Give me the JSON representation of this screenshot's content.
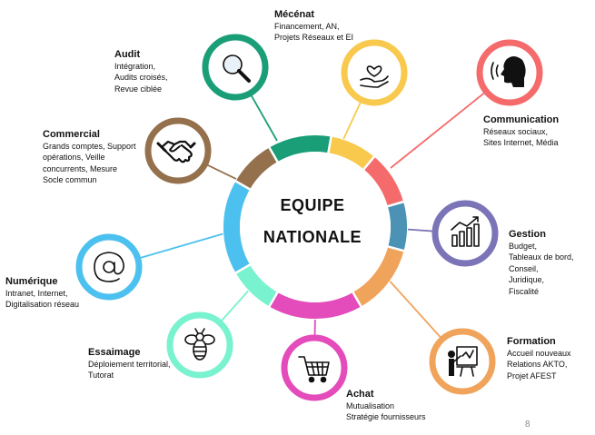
{
  "center": {
    "line1": "EQUIPE",
    "line2": "NATIONALE"
  },
  "page_number": "8",
  "colors": {
    "green": "#1a9e78",
    "yellow": "#f8c94d",
    "red": "#f56b6b",
    "teal": "#4b92b5",
    "orange": "#f0a45b",
    "pink": "#e44bbb",
    "mint": "#79f2cf",
    "sky": "#4cc0ee",
    "brown": "#95704d",
    "purple": "#7b74b7"
  },
  "nodes": [
    {
      "key": "mecenat",
      "title": "Mécénat",
      "lines": [
        "Financement, AN,",
        "Projets Réseaux et EI"
      ],
      "icon": "hand-heart-icon"
    },
    {
      "key": "communication",
      "title": "Communication",
      "lines": [
        "Réseaux sociaux,",
        "Sites Internet, Média"
      ],
      "icon": "speaking-head-icon"
    },
    {
      "key": "gestion",
      "title": "Gestion",
      "lines": [
        "Budget,",
        "Tableaux de bord,",
        "Conseil,",
        "Juridique,",
        "Fiscalité"
      ],
      "icon": "bar-chart-icon"
    },
    {
      "key": "formation",
      "title": "Formation",
      "lines": [
        "Accueil nouveaux",
        "Relations AKTO,",
        "Projet AFEST"
      ],
      "icon": "teacher-board-icon"
    },
    {
      "key": "achat",
      "title": "Achat",
      "lines": [
        "Mutualisation",
        "Stratégie fournisseurs"
      ],
      "icon": "shopping-cart-icon"
    },
    {
      "key": "essaimage",
      "title": "Essaimage",
      "lines": [
        "Déploiement territorial,",
        "Tutorat"
      ],
      "icon": "bee-icon"
    },
    {
      "key": "numerique",
      "title": "Numérique",
      "lines": [
        "Intranet, Internet,",
        "Digitalisation réseau"
      ],
      "icon": "at-sign-icon"
    },
    {
      "key": "commercial",
      "title": "Commercial",
      "lines": [
        "Grands comptes, Support",
        "opérations, Veille",
        "concurrents, Mesure",
        "Socle commun"
      ],
      "icon": "handshake-icon"
    },
    {
      "key": "audit",
      "title": "Audit",
      "lines": [
        "Intégration,",
        "Audits croisés,",
        "Revue ciblée"
      ],
      "icon": "magnifier-icon"
    }
  ]
}
